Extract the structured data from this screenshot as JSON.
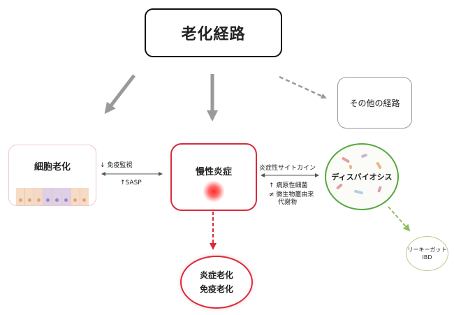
{
  "title": "老化経路",
  "other_pathways": "その他の経路",
  "cellular_senescence": "細胞老化",
  "chronic_inflammation": "慢性炎症",
  "dysbiosis": "ディスバイオシス",
  "leaky_gut": {
    "line1": "リーキーガット",
    "line2": "IBD"
  },
  "inflammaging": {
    "line1": "炎症老化",
    "line2": "免疫老化"
  },
  "labels": {
    "immune_surveillance": "↓ 免疫監視",
    "sasp": "↑SASP",
    "cytokines": "炎症性サイトカイン",
    "pathogens": "↑ 病原性細菌",
    "metabolites_line1": "≠ 微生物叢由来",
    "metabolites_line2": "代謝物"
  },
  "colors": {
    "arrow_gray": "#9a9a9a",
    "inflammation_red": "#d92b3a",
    "dysbiosis_green": "#56a83f",
    "leaky_green": "#8dbd5a"
  }
}
